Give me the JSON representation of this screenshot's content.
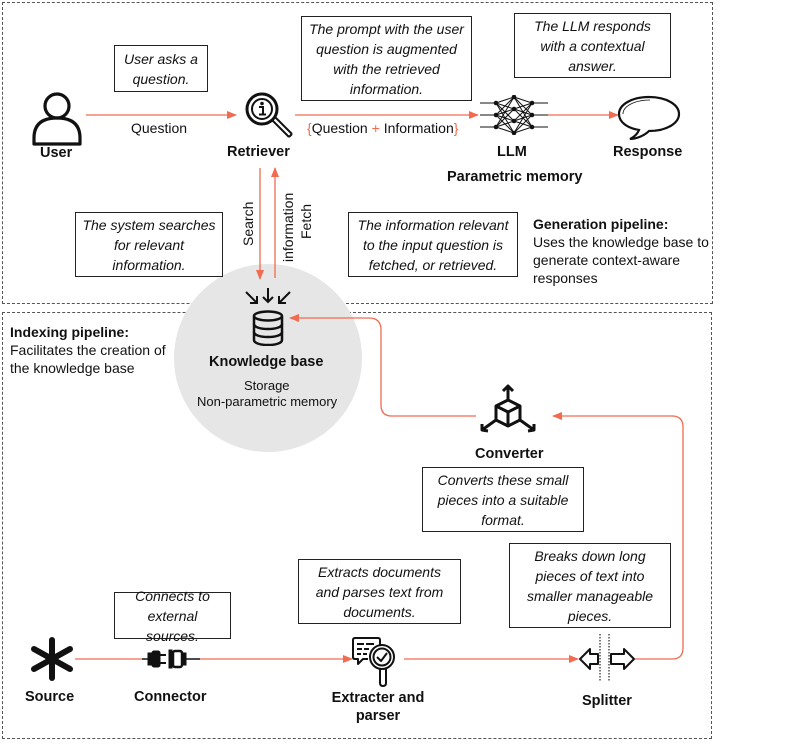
{
  "generation_panel": {
    "title": "Generation pipeline:",
    "description": "Uses the knowledge base to generate context-aware responses"
  },
  "indexing_panel": {
    "title": "Indexing pipeline:",
    "description": "Facilitates the creation of the knowledge base"
  },
  "nodes": {
    "user": "User",
    "retriever": "Retriever",
    "llm": "LLM",
    "llm_subtitle": "Parametric memory",
    "response": "Response",
    "knowledge_base": "Knowledge base",
    "knowledge_base_sub1": "Storage",
    "knowledge_base_sub2": "Non-parametric memory",
    "source": "Source",
    "connector": "Connector",
    "extracter": "Extracter and parser",
    "splitter": "Splitter",
    "converter": "Converter"
  },
  "edge_labels": {
    "question": "Question",
    "brace_open": "{",
    "question_part": "Question",
    "plus": "+",
    "information_part": "Information",
    "brace_close": "}",
    "search": "Search",
    "fetch_line1": "Fetch",
    "fetch_line2": "information"
  },
  "notes": {
    "user_asks": "User asks a question.",
    "prompt_augmented": "The prompt with the user question is augmented with the retrieved information.",
    "llm_responds": "The LLM responds with a contextual answer.",
    "system_searches": "The system searches for relevant information.",
    "info_fetched": "The information relevant to the input question is fetched, or retrieved.",
    "connects": "Connects to external sources.",
    "extracts": "Extracts documents and parses text from documents.",
    "breaks_down": "Breaks down long pieces of text into smaller manageable pieces.",
    "converts": "Converts these small pieces into a suitable format."
  },
  "colors": {
    "accent": "#f26b50",
    "knowledge_base_fill": "#e6e6e6",
    "ink": "#111111"
  }
}
